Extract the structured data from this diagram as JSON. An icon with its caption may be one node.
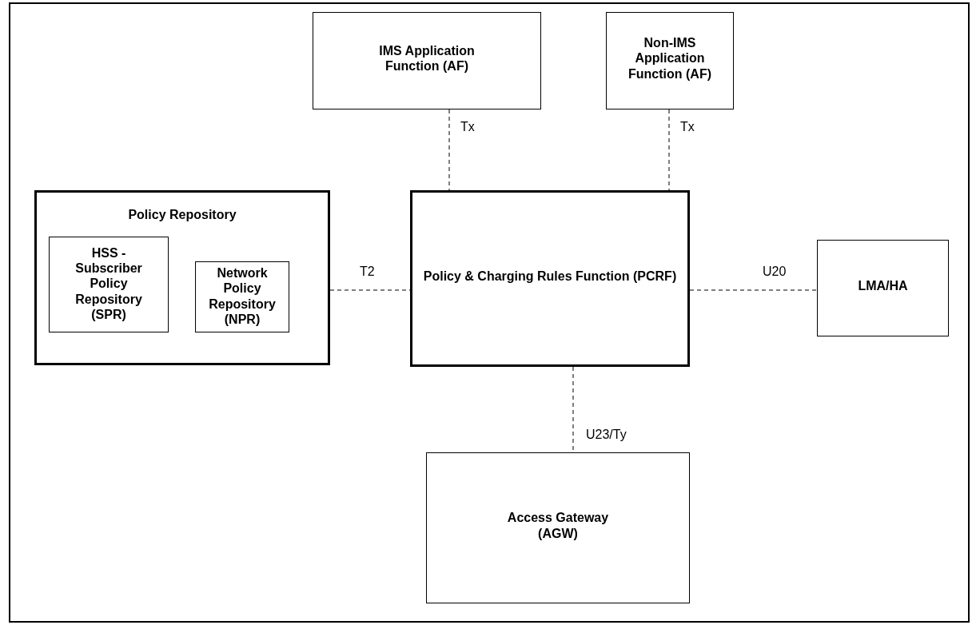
{
  "diagram": {
    "nodes": [
      {
        "text": [
          "IMS Application Function (AF)"
        ]
      },
      {
        "text": [
          "Non-IMS Application Function (AF)"
        ]
      },
      {
        "text": [
          "Policy Repository"
        ]
      },
      {
        "text": [
          "HSS - Subscriber Policy Repository (SPR)"
        ],
        "in": 2
      },
      {
        "text": [
          "Network Policy Repository (NPR)"
        ],
        "in": 2
      },
      {
        "text": [
          "Policy & Charging Rules Function (PCRF)"
        ]
      },
      {
        "text": [
          "LMA/HA"
        ]
      },
      {
        "text": [
          "Access Gateway (AGW)"
        ]
      }
    ],
    "edges": [
      {
        "from": 0,
        "to": 5,
        "arrow": "none",
        "label": "Tx",
        "style": "dashed"
      },
      {
        "from": 1,
        "to": 5,
        "arrow": "none",
        "label": "Tx",
        "style": "dashed"
      },
      {
        "from": 2,
        "to": 5,
        "arrow": "none",
        "label": "T2",
        "style": "dashed"
      },
      {
        "from": 5,
        "to": 6,
        "arrow": "none",
        "label": "U20",
        "style": "dashed"
      },
      {
        "from": 5,
        "to": 7,
        "arrow": "none",
        "label": "U23/Ty",
        "style": "dashed"
      }
    ]
  }
}
